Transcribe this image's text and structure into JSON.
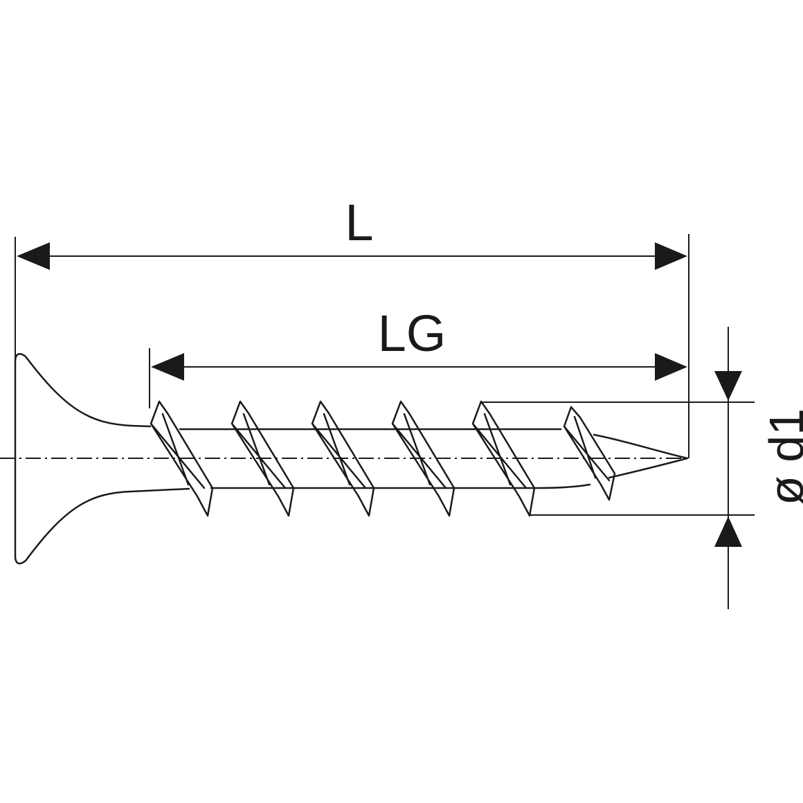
{
  "dimensions": {
    "overall_length": {
      "label": "L"
    },
    "thread_length": {
      "label": "LG"
    },
    "thread_diameter": {
      "label": "ø d1"
    }
  },
  "colors": {
    "line": "#1a1a1a",
    "background": "#ffffff"
  }
}
